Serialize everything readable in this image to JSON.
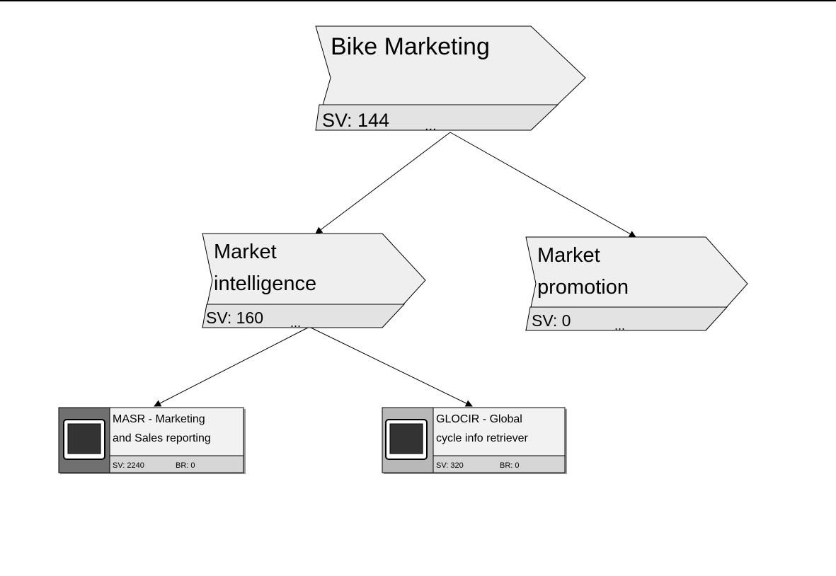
{
  "diagram": {
    "nodes": {
      "bike_marketing": {
        "title": "Bike Marketing",
        "sv": "SV: 144",
        "more": "..."
      },
      "market_intelligence": {
        "title_line1": "Market",
        "title_line2": "intelligence",
        "sv": "SV: 160",
        "more": "..."
      },
      "market_promotion": {
        "title_line1": "Market",
        "title_line2": "promotion",
        "sv": "SV: 0",
        "more": "..."
      },
      "masr": {
        "line1": "MASR - Marketing",
        "line2": "and Sales reporting",
        "sv": "SV: 2240",
        "br": "BR: 0",
        "icon": "computer-monitor-icon"
      },
      "glocir": {
        "line1": "GLOCIR - Global",
        "line2": "cycle info retriever",
        "sv": "SV: 320",
        "br": "BR: 0",
        "icon": "computer-monitor-icon"
      }
    },
    "colors": {
      "chevron_fill": "#efefef",
      "chevron_band": "#e3e3e3",
      "app_fill": "#f2f2f2",
      "app_band": "#d6d6d6",
      "icon_panel_masr": "#707070",
      "icon_panel_glocir": "#b8b8b8",
      "screen": "#333333",
      "line": "#000000"
    }
  }
}
